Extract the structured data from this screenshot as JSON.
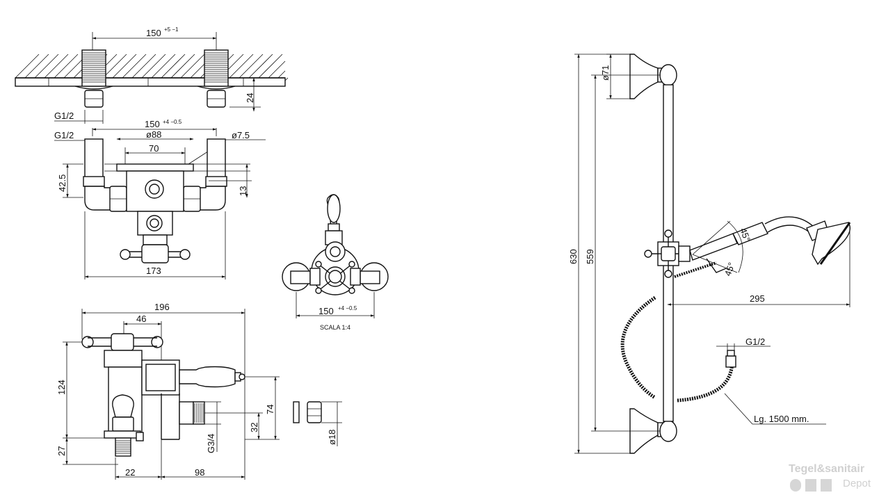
{
  "dims": {
    "top_spacing": "150",
    "top_spacing_tol": "+5 −1",
    "depth_24": "24",
    "g12_a": "G1/2",
    "g12_b": "G1/2",
    "spacing2": "150",
    "spacing2_tol": "+4 −0.5",
    "d88": "ø88",
    "d75": "ø7.5",
    "w70": "70",
    "h425": "42.5",
    "h13": "13",
    "w173": "173",
    "w150c": "150",
    "w150c_tol": "+4 −0.5",
    "scala": "SCALA 1:4",
    "w196": "196",
    "w46": "46",
    "h124": "124",
    "h74": "74",
    "h32": "32",
    "g34": "G3/4",
    "d18": "ø18",
    "h27": "27",
    "w22": "22",
    "w98": "98",
    "h630": "630",
    "h559": "559",
    "d71": "ø71",
    "w295": "295",
    "a45a": "45°",
    "a45b": "45°",
    "g12_c": "G1/2",
    "hose": "Lg. 1500 mm."
  },
  "brand": {
    "name": "Tegel&sanitair",
    "sub": "Depot"
  },
  "icons": [
    "drop-icon",
    "tile-icon",
    "tile-icon"
  ]
}
